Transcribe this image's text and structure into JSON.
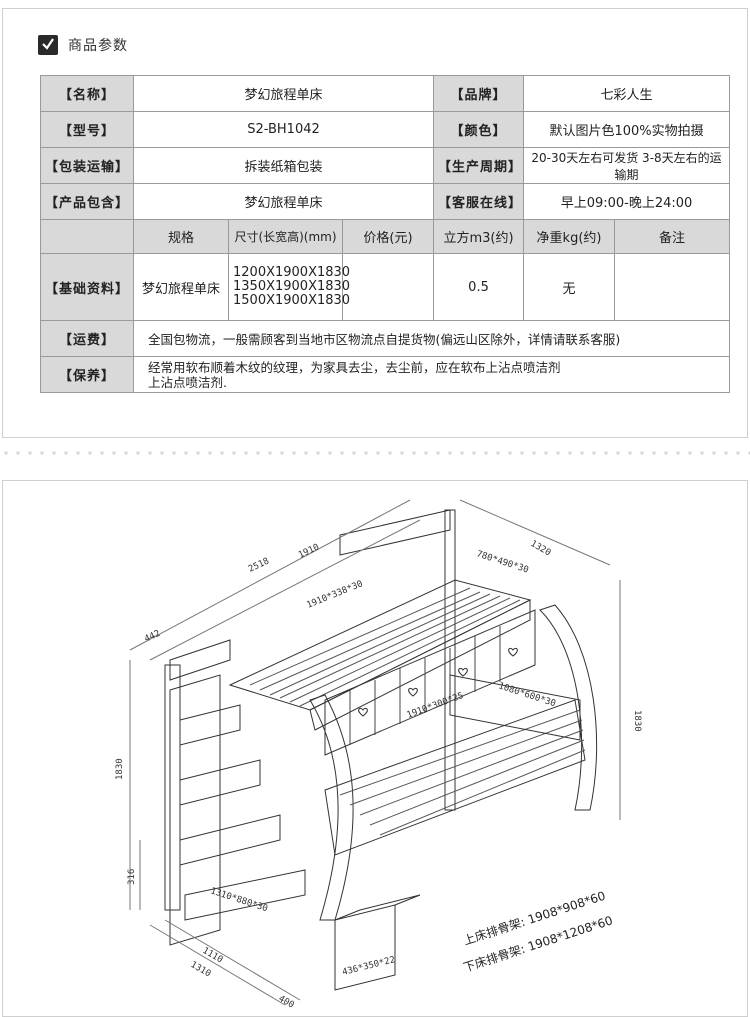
{
  "section_title": "商品参数",
  "rows": {
    "name_label": "【名称】",
    "name_value": "梦幻旅程单床",
    "brand_label": "【品牌】",
    "brand_value": "七彩人生",
    "model_label": "【型号】",
    "model_value": "S2-BH1042",
    "color_label": "【颜色】",
    "color_value": "默认图片色100%实物拍摄",
    "pack_label": "【包装运输】",
    "pack_value": "拆装纸箱包装",
    "cycle_label": "【生产周期】",
    "cycle_value": "20-30天左右可发货  3-8天左右的运输期",
    "contents_label": "【产品包含】",
    "contents_value": "梦幻旅程单床",
    "service_label": "【客服在线】",
    "service_value": "早上09:00-晚上24:00"
  },
  "basic": {
    "label": "【基础资料】",
    "headers": [
      "规格",
      "尺寸(长宽高)(mm)",
      "价格(元)",
      "立方m3(约)",
      "净重kg(约)",
      "备注"
    ],
    "spec": "梦幻旅程单床",
    "dims": [
      "1200X1900X1830",
      "1350X1900X1830",
      "1500X1900X1830"
    ],
    "price": "",
    "volume": "0.5",
    "weight": "无",
    "note": ""
  },
  "shipping": {
    "label": "【运费】",
    "value": "全国包物流，一般需顾客到当地市区物流点自提货物(偏远山区除外，详情请联系客服)"
  },
  "care": {
    "label": "【保养】",
    "line1": "经常用软布顺着木纹的纹理，为家具去尘，去尘前，应在软布上沾点喷洁剂",
    "line2": "上沾点喷洁剂."
  },
  "drawing_labels": {
    "d2518": "2518",
    "d1910": "1910",
    "d1320": "1320",
    "d442": "442",
    "d1830L": "1830",
    "d1830R": "1830",
    "d316": "316",
    "rail_top": "1910*338*30",
    "rail_head": "780*490*30",
    "rail_front": "1910*300*25",
    "rail_foot": "1080*600*30",
    "stairs": "1310*880*30",
    "drawer": "436*350*22",
    "d1110": "1110",
    "d1310": "1310",
    "d400": "400",
    "upper_slat": "上床排骨架: 1908*908*60",
    "lower_slat": "下床排骨架: 1908*1208*60"
  }
}
